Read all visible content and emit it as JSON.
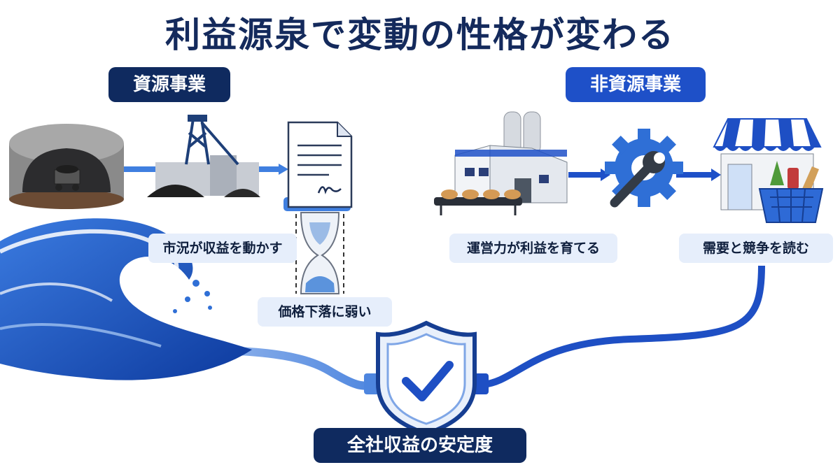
{
  "title": "利益源泉で変動の性格が変わる",
  "resource": {
    "heading": "資源事業",
    "labels": [
      "市況が収益を動かす",
      "価格下落に弱い"
    ]
  },
  "non_resource": {
    "heading": "非資源事業",
    "labels": [
      "運営力が利益を育てる",
      "需要と競争を読む"
    ]
  },
  "result": "全社収益の安定度",
  "colors": {
    "navy": "#0f2a5f",
    "blue": "#1e50c8",
    "light": "#e6eefb",
    "wave": "#1b4fb8"
  },
  "icons": [
    "mine-icon",
    "mining-tower-icon",
    "contract-document-icon",
    "hourglass-icon",
    "factory-icon",
    "gear-wrench-icon",
    "store-icon",
    "shopping-basket-icon",
    "shield-check-icon",
    "wave-icon"
  ]
}
